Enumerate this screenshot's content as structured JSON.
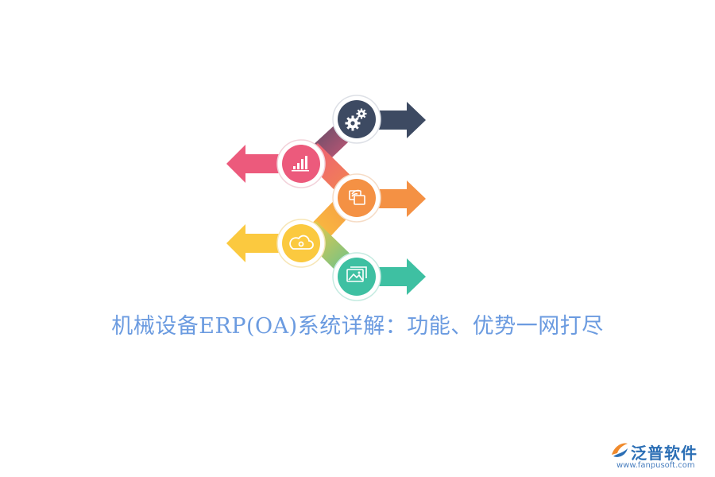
{
  "title": "机械设备ERP(OA)系统详解：功能、优势一网打尽",
  "brand": {
    "name": "泛普软件",
    "url": "www.fanpusoft.com"
  },
  "colors": {
    "title": "#6b9be0",
    "navy": "#3d4a62",
    "pink": "#ec5a7c",
    "orange": "#f49144",
    "yellow": "#fbc93f",
    "teal": "#3ec0a2"
  },
  "icons": [
    "gears-icon",
    "bar-chart-icon",
    "screen-share-icon",
    "cloud-icon",
    "image-gallery-icon"
  ]
}
